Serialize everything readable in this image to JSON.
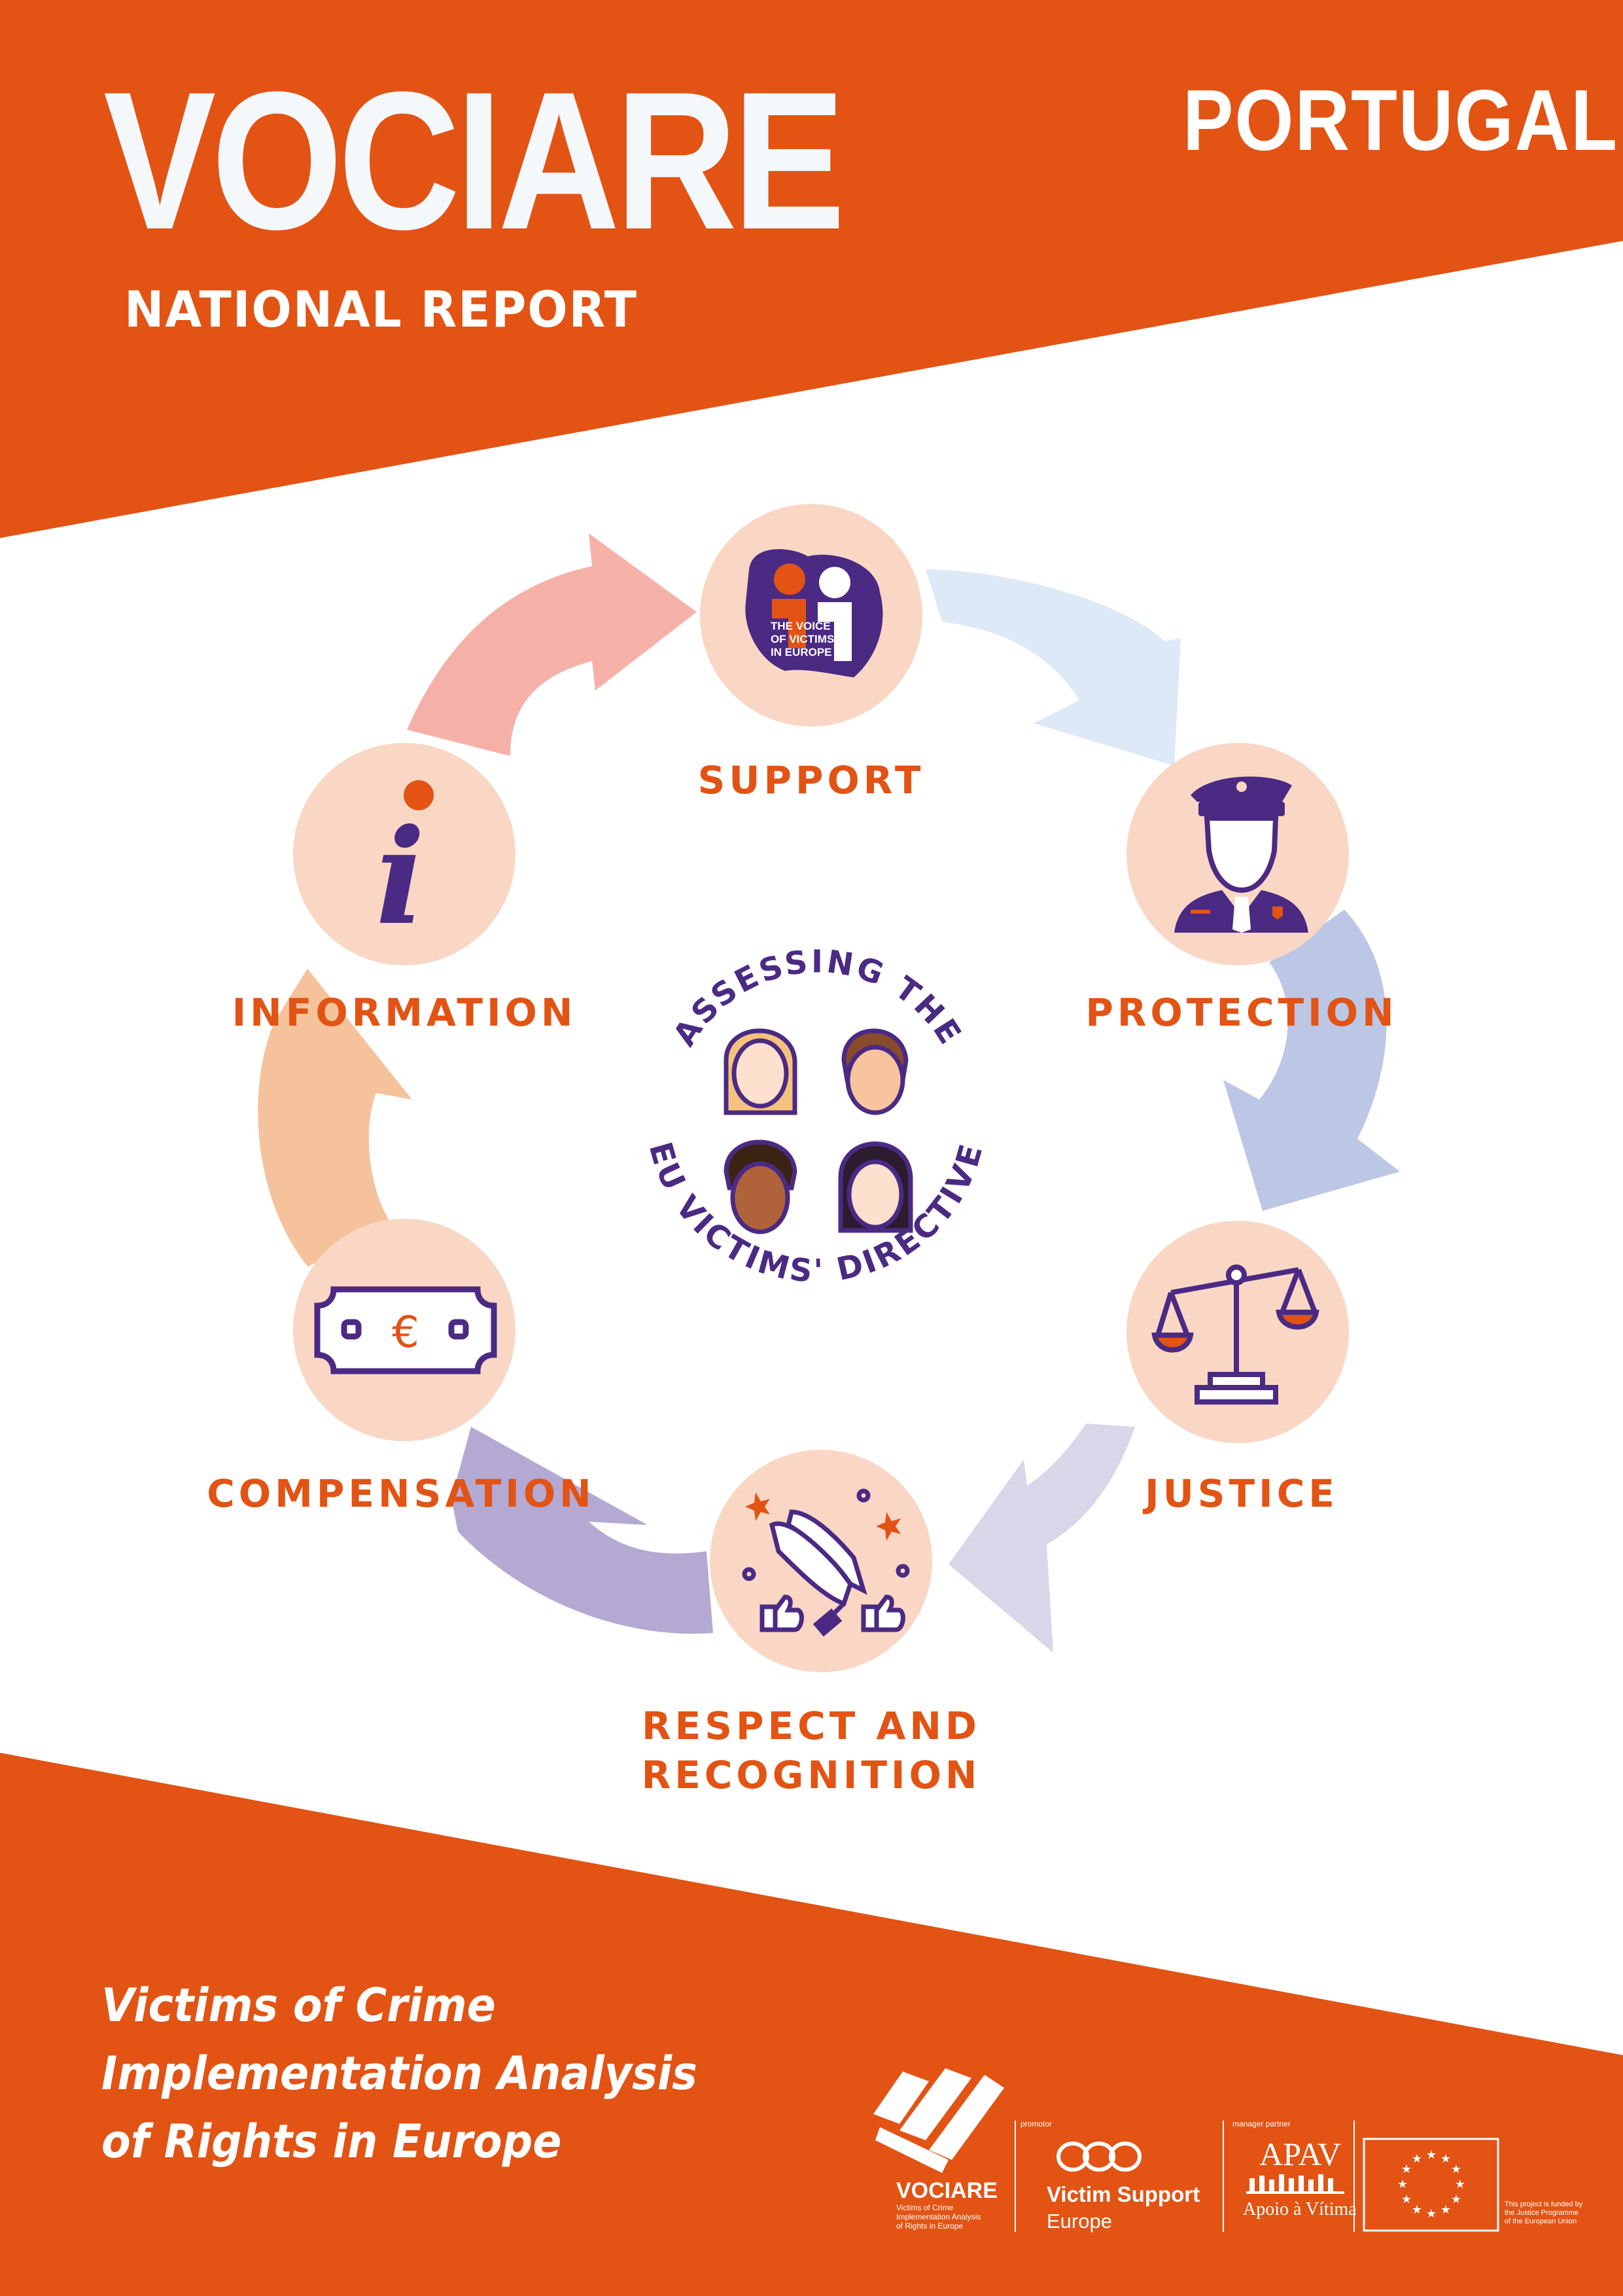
{
  "title": "VOCIARE",
  "country": "PORTUGAL",
  "report_type": "NATIONAL REPORT",
  "center_badge": {
    "top_arc": "ASSESSING THE",
    "bottom_arc": "EU VICTIMS' DIRECTIVE"
  },
  "cycle": [
    {
      "label": "SUPPORT",
      "icon": "voice-of-victims-logo-icon",
      "logo_text": [
        "THE VOICE",
        "OF VICTIMS",
        "IN EUROPE"
      ]
    },
    {
      "label": "PROTECTION",
      "icon": "police-officer-icon"
    },
    {
      "label": "JUSTICE",
      "icon": "scales-icon"
    },
    {
      "label": "RESPECT AND",
      "label2": "RECOGNITION",
      "icon": "clapping-hands-icon"
    },
    {
      "label": "COMPENSATION",
      "icon": "euro-banknote-icon"
    },
    {
      "label": "INFORMATION",
      "icon": "information-icon"
    }
  ],
  "tagline": [
    "Victims of Crime",
    "Implementation Analysis",
    "of Rights in Europe"
  ],
  "footer": {
    "vociare_logo": {
      "name": "VOCIARE",
      "sub": [
        "Victims of Crime",
        "Implementation Analysis",
        "of Rights in Europe"
      ]
    },
    "promotor_label": "promotor",
    "vse_logo": {
      "line1": "Victim Support",
      "line2": "Europe"
    },
    "manager_label": "manager partner",
    "apav_logo": {
      "name": "APAV",
      "sub": "Apoio à Vítima"
    },
    "eu_note": [
      "This project is funded by",
      "the Justice Programme",
      "of the European Union"
    ]
  },
  "colors": {
    "orange": "#e25314",
    "purple": "#4b2a84",
    "peach": "#f9d7c4",
    "white": "#ffffff"
  }
}
